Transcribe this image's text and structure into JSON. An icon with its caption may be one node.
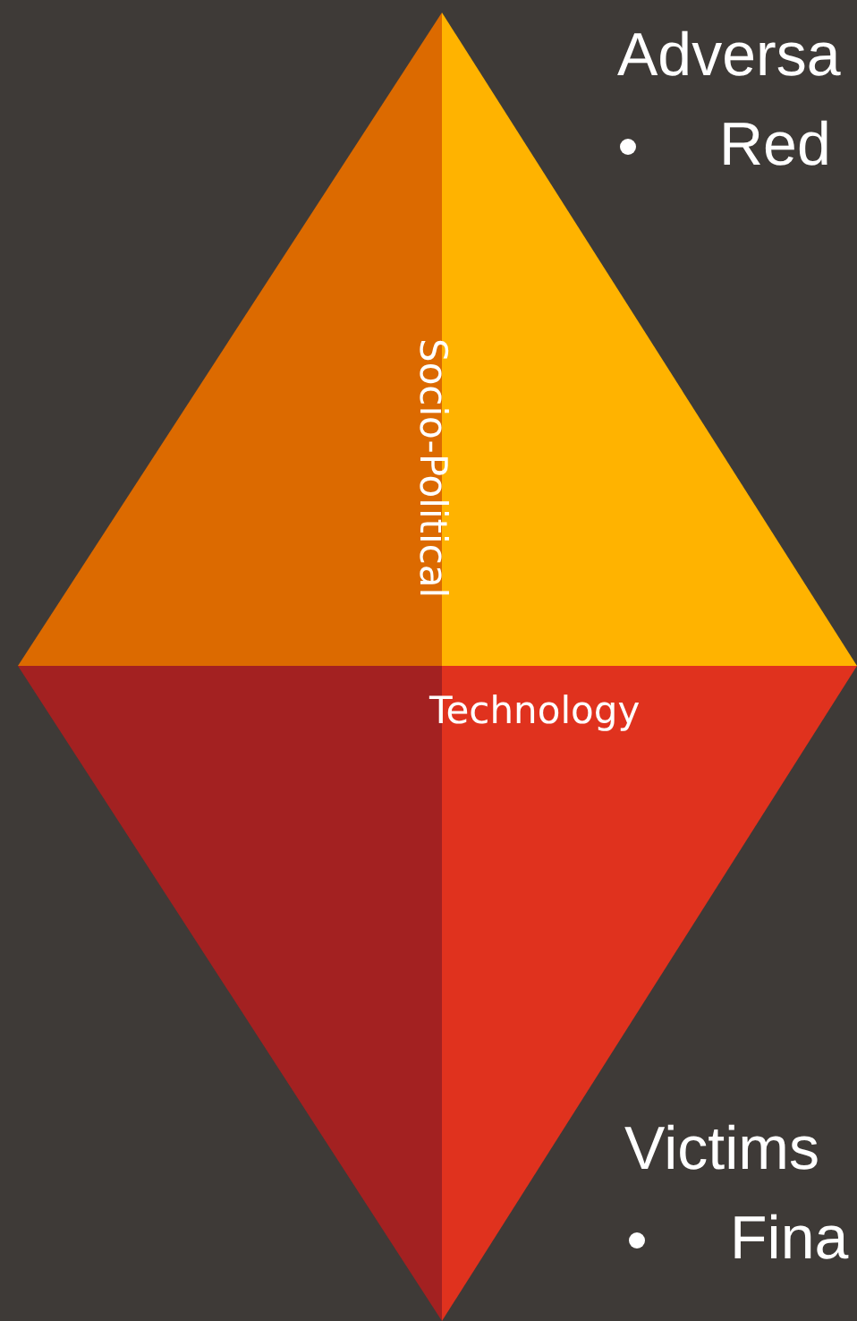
{
  "diagram": {
    "nodes": [
      {
        "text": [
          "Socio-Political",
          "Technology"
        ]
      }
    ],
    "edges": [],
    "labels": [
      "Adversa",
      "Red",
      "Victims",
      "Fina"
    ]
  }
}
